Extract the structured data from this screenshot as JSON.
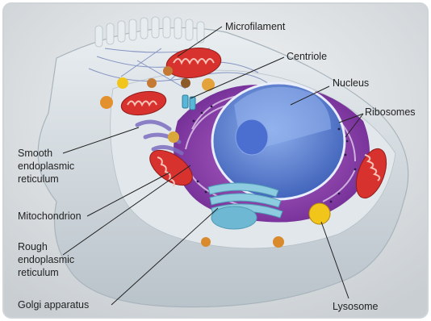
{
  "labels": {
    "microfilament": "Microfilament",
    "centriole": "Centriole",
    "nucleus": "Nucleus",
    "ribosomes": "Ribosomes",
    "smooth_er": [
      "Smooth",
      "endoplasmic",
      "reticulum"
    ],
    "mitochondrion": "Mitochondrion",
    "rough_er": [
      "Rough",
      "endoplasmic",
      "reticulum"
    ],
    "golgi": "Golgi apparatus",
    "lysosome": "Lysosome"
  },
  "colors": {
    "cell_body": "#cfd8de",
    "cytoplasm": "#e3e9ed",
    "rough_er": "#8b3fa8",
    "nucleus": "#5f86d4",
    "nucleolus": "#3f5fbf",
    "mitochondria": "#d8322e",
    "golgi": "#7fc2d6",
    "lysosome": "#f2c51a",
    "vesicle": "#d98a2c"
  }
}
